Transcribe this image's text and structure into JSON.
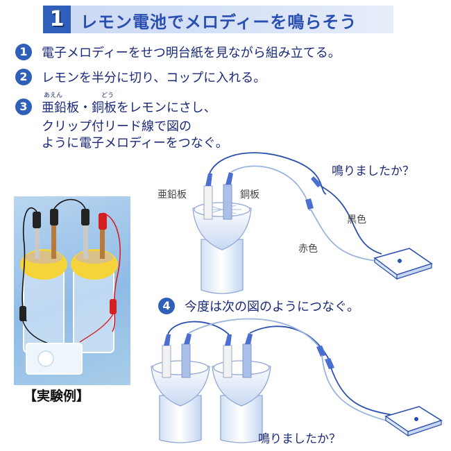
{
  "header": {
    "number": "1",
    "title": "レモン電池でメロディーを鳴らそう"
  },
  "steps": [
    {
      "num": "1",
      "text": "電子メロディーをせつ明台紙を見ながら組み立てる。"
    },
    {
      "num": "2",
      "text": "レモンを半分に切り、コップに入れる。"
    },
    {
      "num": "3",
      "lines": [
        "亜鉛板・銅板をレモンにさし、",
        "クリップ付リード線で図の",
        "ように電子メロディーをつなぐ。"
      ],
      "ruby": {
        "aen": "あえん",
        "dou": "どう"
      }
    }
  ],
  "photo": {
    "caption": "【実験例】"
  },
  "diagram1": {
    "zinc_label": "亜鉛板",
    "copper_label": "銅板",
    "black_label": "黒色",
    "red_label": "赤色",
    "question": "鳴りましたか？"
  },
  "step4": {
    "num": "4",
    "text": "今度は次の図のようにつなぐ。"
  },
  "diagram2": {
    "question": "鳴りましたか？"
  },
  "colors": {
    "accent": "#2f5fb8",
    "wire_blue": "#2a4fb0",
    "wire_light": "#9ab4e0"
  }
}
